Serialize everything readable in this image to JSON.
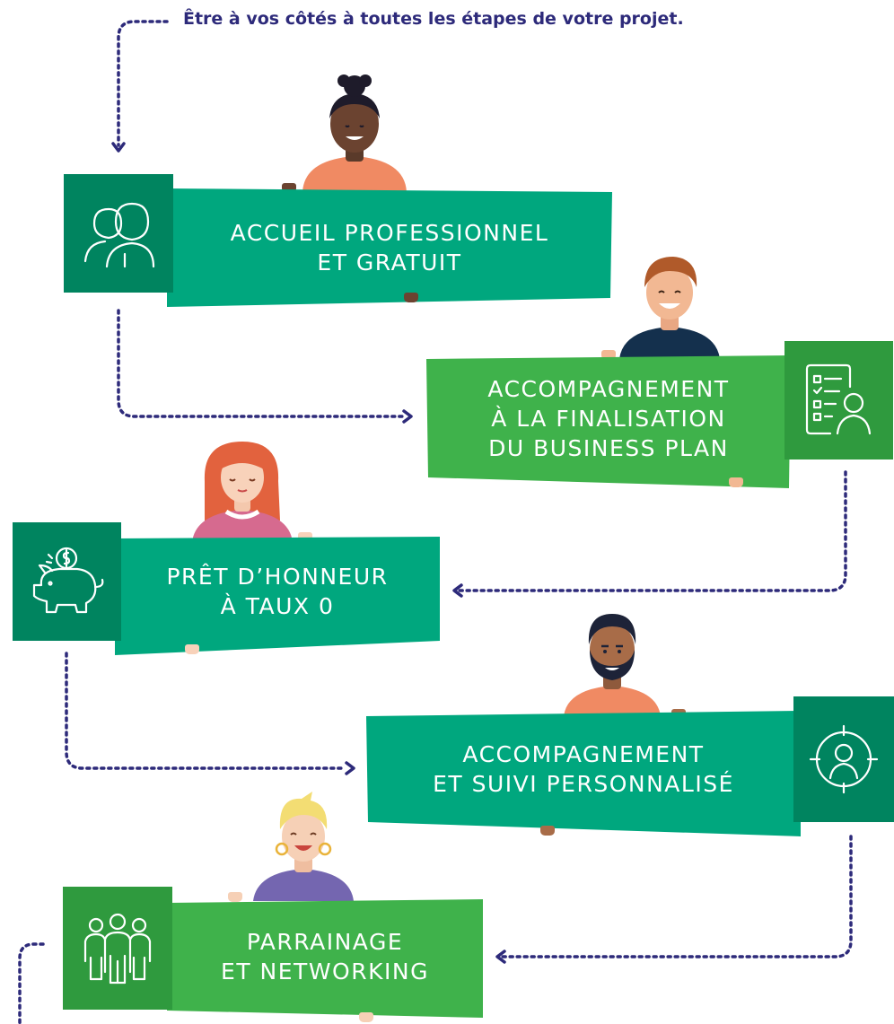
{
  "intro": "Être à vos côtés à toutes les étapes de votre projet.",
  "colors": {
    "dark_green": "#00a77e",
    "light_green": "#3fb24b",
    "icon_dark": "#00845f",
    "icon_light": "#2f9a3e",
    "path": "#2d2a7a"
  },
  "steps": [
    {
      "line1": "ACCUEIL PROFESSIONNEL",
      "line2": "ET GRATUIT",
      "icon": "two-people-icon"
    },
    {
      "line1": "ACCOMPAGNEMENT",
      "line2": "À LA FINALISATION",
      "line3": "DU BUSINESS PLAN",
      "icon": "checklist-person-icon"
    },
    {
      "line1": "PRÊT D’HONNEUR",
      "line2": "À TAUX 0",
      "icon": "piggy-bank-icon"
    },
    {
      "line1": "ACCOMPAGNEMENT",
      "line2": "ET SUIVI PERSONNALISÉ",
      "icon": "target-person-icon"
    },
    {
      "line1": "PARRAINAGE",
      "line2": "ET NETWORKING",
      "icon": "group-icon"
    }
  ]
}
